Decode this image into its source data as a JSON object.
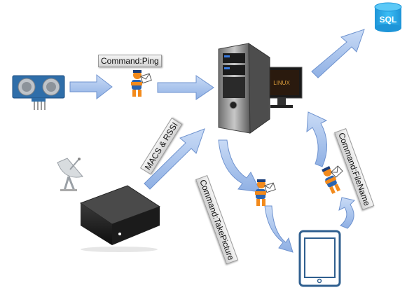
{
  "labels": {
    "ping": "Command:Ping",
    "macs": "MACS & RSSI",
    "take_picture": "Command:TakePicture",
    "file_name": "Command:FileName"
  },
  "sql": {
    "text": "SQL"
  },
  "server": {
    "brand": "LINUX"
  },
  "colors": {
    "arrow_fill": "#a9c4ee",
    "arrow_stroke": "#6f93cf",
    "sql_blue": "#1ea6e6",
    "mascot_orange": "#f28a1c",
    "device_blue": "#2f6ea9"
  },
  "icons": [
    "ultrasonic-sensor-icon",
    "satellite-dish-icon",
    "mini-pc-icon",
    "server-monitor-icon",
    "sql-database-icon",
    "tablet-icon",
    "messenger-icon"
  ]
}
